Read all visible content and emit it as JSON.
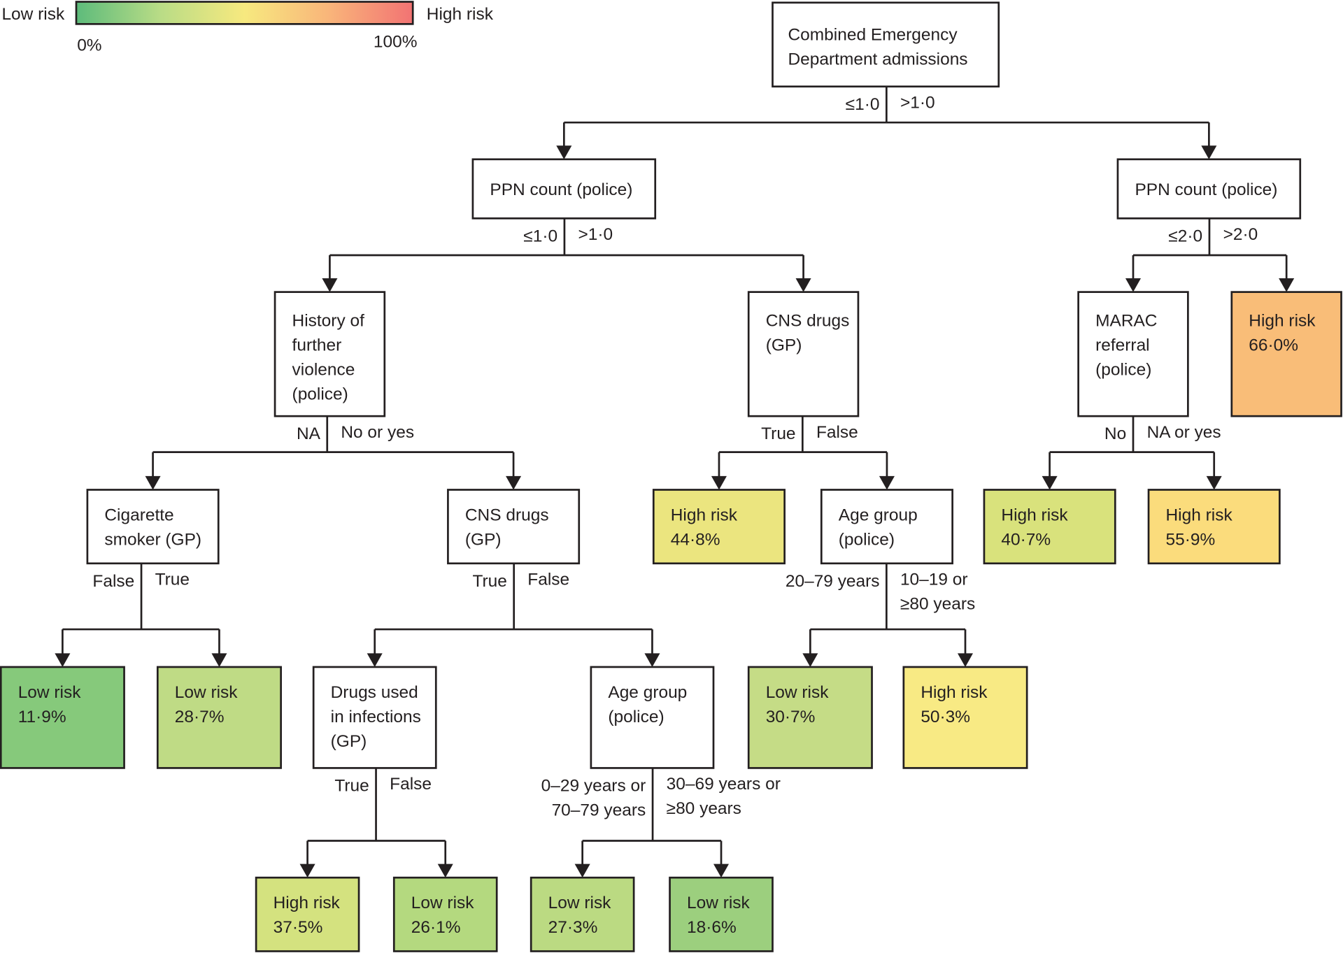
{
  "legend": {
    "low_label": "Low risk",
    "high_label": "High risk",
    "min_label": "0%",
    "max_label": "100%",
    "gradient_colors": [
      "#5dbb7b",
      "#b9dc86",
      "#f7e97f",
      "#f9b57a",
      "#f27373"
    ]
  },
  "nodes": [
    {
      "id": "root",
      "lines": [
        "Combined Emergency",
        "Department admissions"
      ],
      "type": "split"
    },
    {
      "id": "ppn_left",
      "lines": [
        "PPN count (police)"
      ],
      "type": "split"
    },
    {
      "id": "ppn_right",
      "lines": [
        "PPN count (police)"
      ],
      "type": "split"
    },
    {
      "id": "history",
      "lines": [
        "History of",
        "further",
        "violence",
        "(police)"
      ],
      "type": "split"
    },
    {
      "id": "cns1",
      "lines": [
        "CNS drugs",
        "(GP)"
      ],
      "type": "split"
    },
    {
      "id": "marac",
      "lines": [
        "MARAC",
        "referral",
        "(police)"
      ],
      "type": "split"
    },
    {
      "id": "leaf_66",
      "lines": [
        "High risk",
        "66·0%"
      ],
      "type": "leaf",
      "risk_percent": 66.0,
      "color": "#f9bd78"
    },
    {
      "id": "cig",
      "lines": [
        "Cigarette",
        "smoker (GP)"
      ],
      "type": "split"
    },
    {
      "id": "cns2",
      "lines": [
        "CNS drugs",
        "(GP)"
      ],
      "type": "split"
    },
    {
      "id": "leaf_448",
      "lines": [
        "High risk",
        "44·8%"
      ],
      "type": "leaf",
      "risk_percent": 44.8,
      "color": "#ebe57f"
    },
    {
      "id": "age1",
      "lines": [
        "Age group",
        "(police)"
      ],
      "type": "split"
    },
    {
      "id": "leaf_407",
      "lines": [
        "High risk",
        "40·7%"
      ],
      "type": "leaf",
      "risk_percent": 40.7,
      "color": "#d9e27c"
    },
    {
      "id": "leaf_559",
      "lines": [
        "High risk",
        "55·9%"
      ],
      "type": "leaf",
      "risk_percent": 55.9,
      "color": "#fbdc7c"
    },
    {
      "id": "leaf_119",
      "lines": [
        "Low risk",
        "11·9%"
      ],
      "type": "leaf",
      "risk_percent": 11.9,
      "color": "#86c97b"
    },
    {
      "id": "leaf_287",
      "lines": [
        "Low risk",
        "28·7%"
      ],
      "type": "leaf",
      "risk_percent": 28.7,
      "color": "#bfdb85"
    },
    {
      "id": "drugs",
      "lines": [
        "Drugs used",
        "in infections",
        "(GP)"
      ],
      "type": "split"
    },
    {
      "id": "age2",
      "lines": [
        "Age group",
        "(police)"
      ],
      "type": "split"
    },
    {
      "id": "leaf_307",
      "lines": [
        "Low risk",
        "30·7%"
      ],
      "type": "leaf",
      "risk_percent": 30.7,
      "color": "#c5dc86"
    },
    {
      "id": "leaf_503",
      "lines": [
        "High risk",
        "50·3%"
      ],
      "type": "leaf",
      "risk_percent": 50.3,
      "color": "#f8ea84"
    },
    {
      "id": "leaf_375",
      "lines": [
        "High risk",
        "37·5%"
      ],
      "type": "leaf",
      "risk_percent": 37.5,
      "color": "#d4e27f"
    },
    {
      "id": "leaf_261",
      "lines": [
        "Low risk",
        "26·1%"
      ],
      "type": "leaf",
      "risk_percent": 26.1,
      "color": "#b4d97f"
    },
    {
      "id": "leaf_273",
      "lines": [
        "Low risk",
        "27·3%"
      ],
      "type": "leaf",
      "risk_percent": 27.3,
      "color": "#bbda82"
    },
    {
      "id": "leaf_186",
      "lines": [
        "Low risk",
        "18·6%"
      ],
      "type": "leaf",
      "risk_percent": 18.6,
      "color": "#9ccf7e"
    }
  ],
  "edges": [
    {
      "parent": "root",
      "left": "ppn_left",
      "right": "ppn_right",
      "left_label": [
        "≤1·0"
      ],
      "right_label": [
        ">1·0"
      ]
    },
    {
      "parent": "ppn_left",
      "left": "history",
      "right": "cns1",
      "left_label": [
        "≤1·0"
      ],
      "right_label": [
        ">1·0"
      ]
    },
    {
      "parent": "ppn_right",
      "left": "marac",
      "right": "leaf_66",
      "left_label": [
        "≤2·0"
      ],
      "right_label": [
        ">2·0"
      ]
    },
    {
      "parent": "history",
      "left": "cig",
      "right": "cns2",
      "left_label": [
        "NA"
      ],
      "right_label": [
        "No or yes"
      ]
    },
    {
      "parent": "cns1",
      "left": "leaf_448",
      "right": "age1",
      "left_label": [
        "True"
      ],
      "right_label": [
        "False"
      ]
    },
    {
      "parent": "marac",
      "left": "leaf_407",
      "right": "leaf_559",
      "left_label": [
        "No"
      ],
      "right_label": [
        "NA or yes"
      ]
    },
    {
      "parent": "cig",
      "left": "leaf_119",
      "right": "leaf_287",
      "left_label": [
        "False"
      ],
      "right_label": [
        "True"
      ]
    },
    {
      "parent": "cns2",
      "left": "drugs",
      "right": "age2",
      "left_label": [
        "True"
      ],
      "right_label": [
        "False"
      ]
    },
    {
      "parent": "age1",
      "left": "leaf_307",
      "right": "leaf_503",
      "left_label": [
        "20–79 years"
      ],
      "right_label": [
        "10–19 or",
        "≥80 years"
      ]
    },
    {
      "parent": "drugs",
      "left": "leaf_375",
      "right": "leaf_261",
      "left_label": [
        "True"
      ],
      "right_label": [
        "False"
      ]
    },
    {
      "parent": "age2",
      "left": "leaf_273",
      "right": "leaf_186",
      "left_label": [
        "0–29 years or",
        "70–79 years"
      ],
      "right_label": [
        "30–69 years or",
        "≥80 years"
      ]
    }
  ]
}
